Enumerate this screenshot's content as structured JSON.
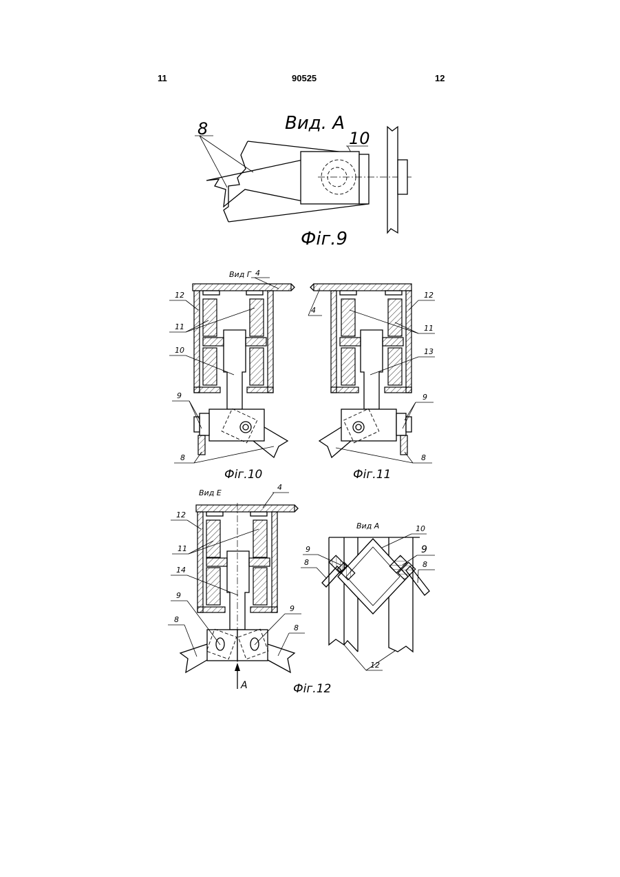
{
  "header": {
    "page_left": "11",
    "patent_number": "90525",
    "page_right": "12"
  },
  "fig9": {
    "view_label": "Вид. А",
    "caption": "Фіг.9",
    "labels": [
      "8",
      "10"
    ]
  },
  "fig10": {
    "view_label": "Вид Г",
    "caption": "Фіг.10",
    "labels": [
      "4",
      "12",
      "11",
      "10",
      "9",
      "8"
    ]
  },
  "fig11": {
    "caption": "Фіг.11",
    "labels": [
      "4",
      "12",
      "11",
      "13",
      "9",
      "8"
    ]
  },
  "fig12": {
    "view_label": "Вид Е",
    "caption": "Фіг.12",
    "arrow_label": "А",
    "labels": [
      "4",
      "12",
      "11",
      "14",
      "9",
      "9",
      "8",
      "8"
    ]
  },
  "fig12_view_a": {
    "view_label": "Вид А",
    "labels": [
      "10",
      "9",
      "9",
      "8",
      "8",
      "12"
    ]
  }
}
